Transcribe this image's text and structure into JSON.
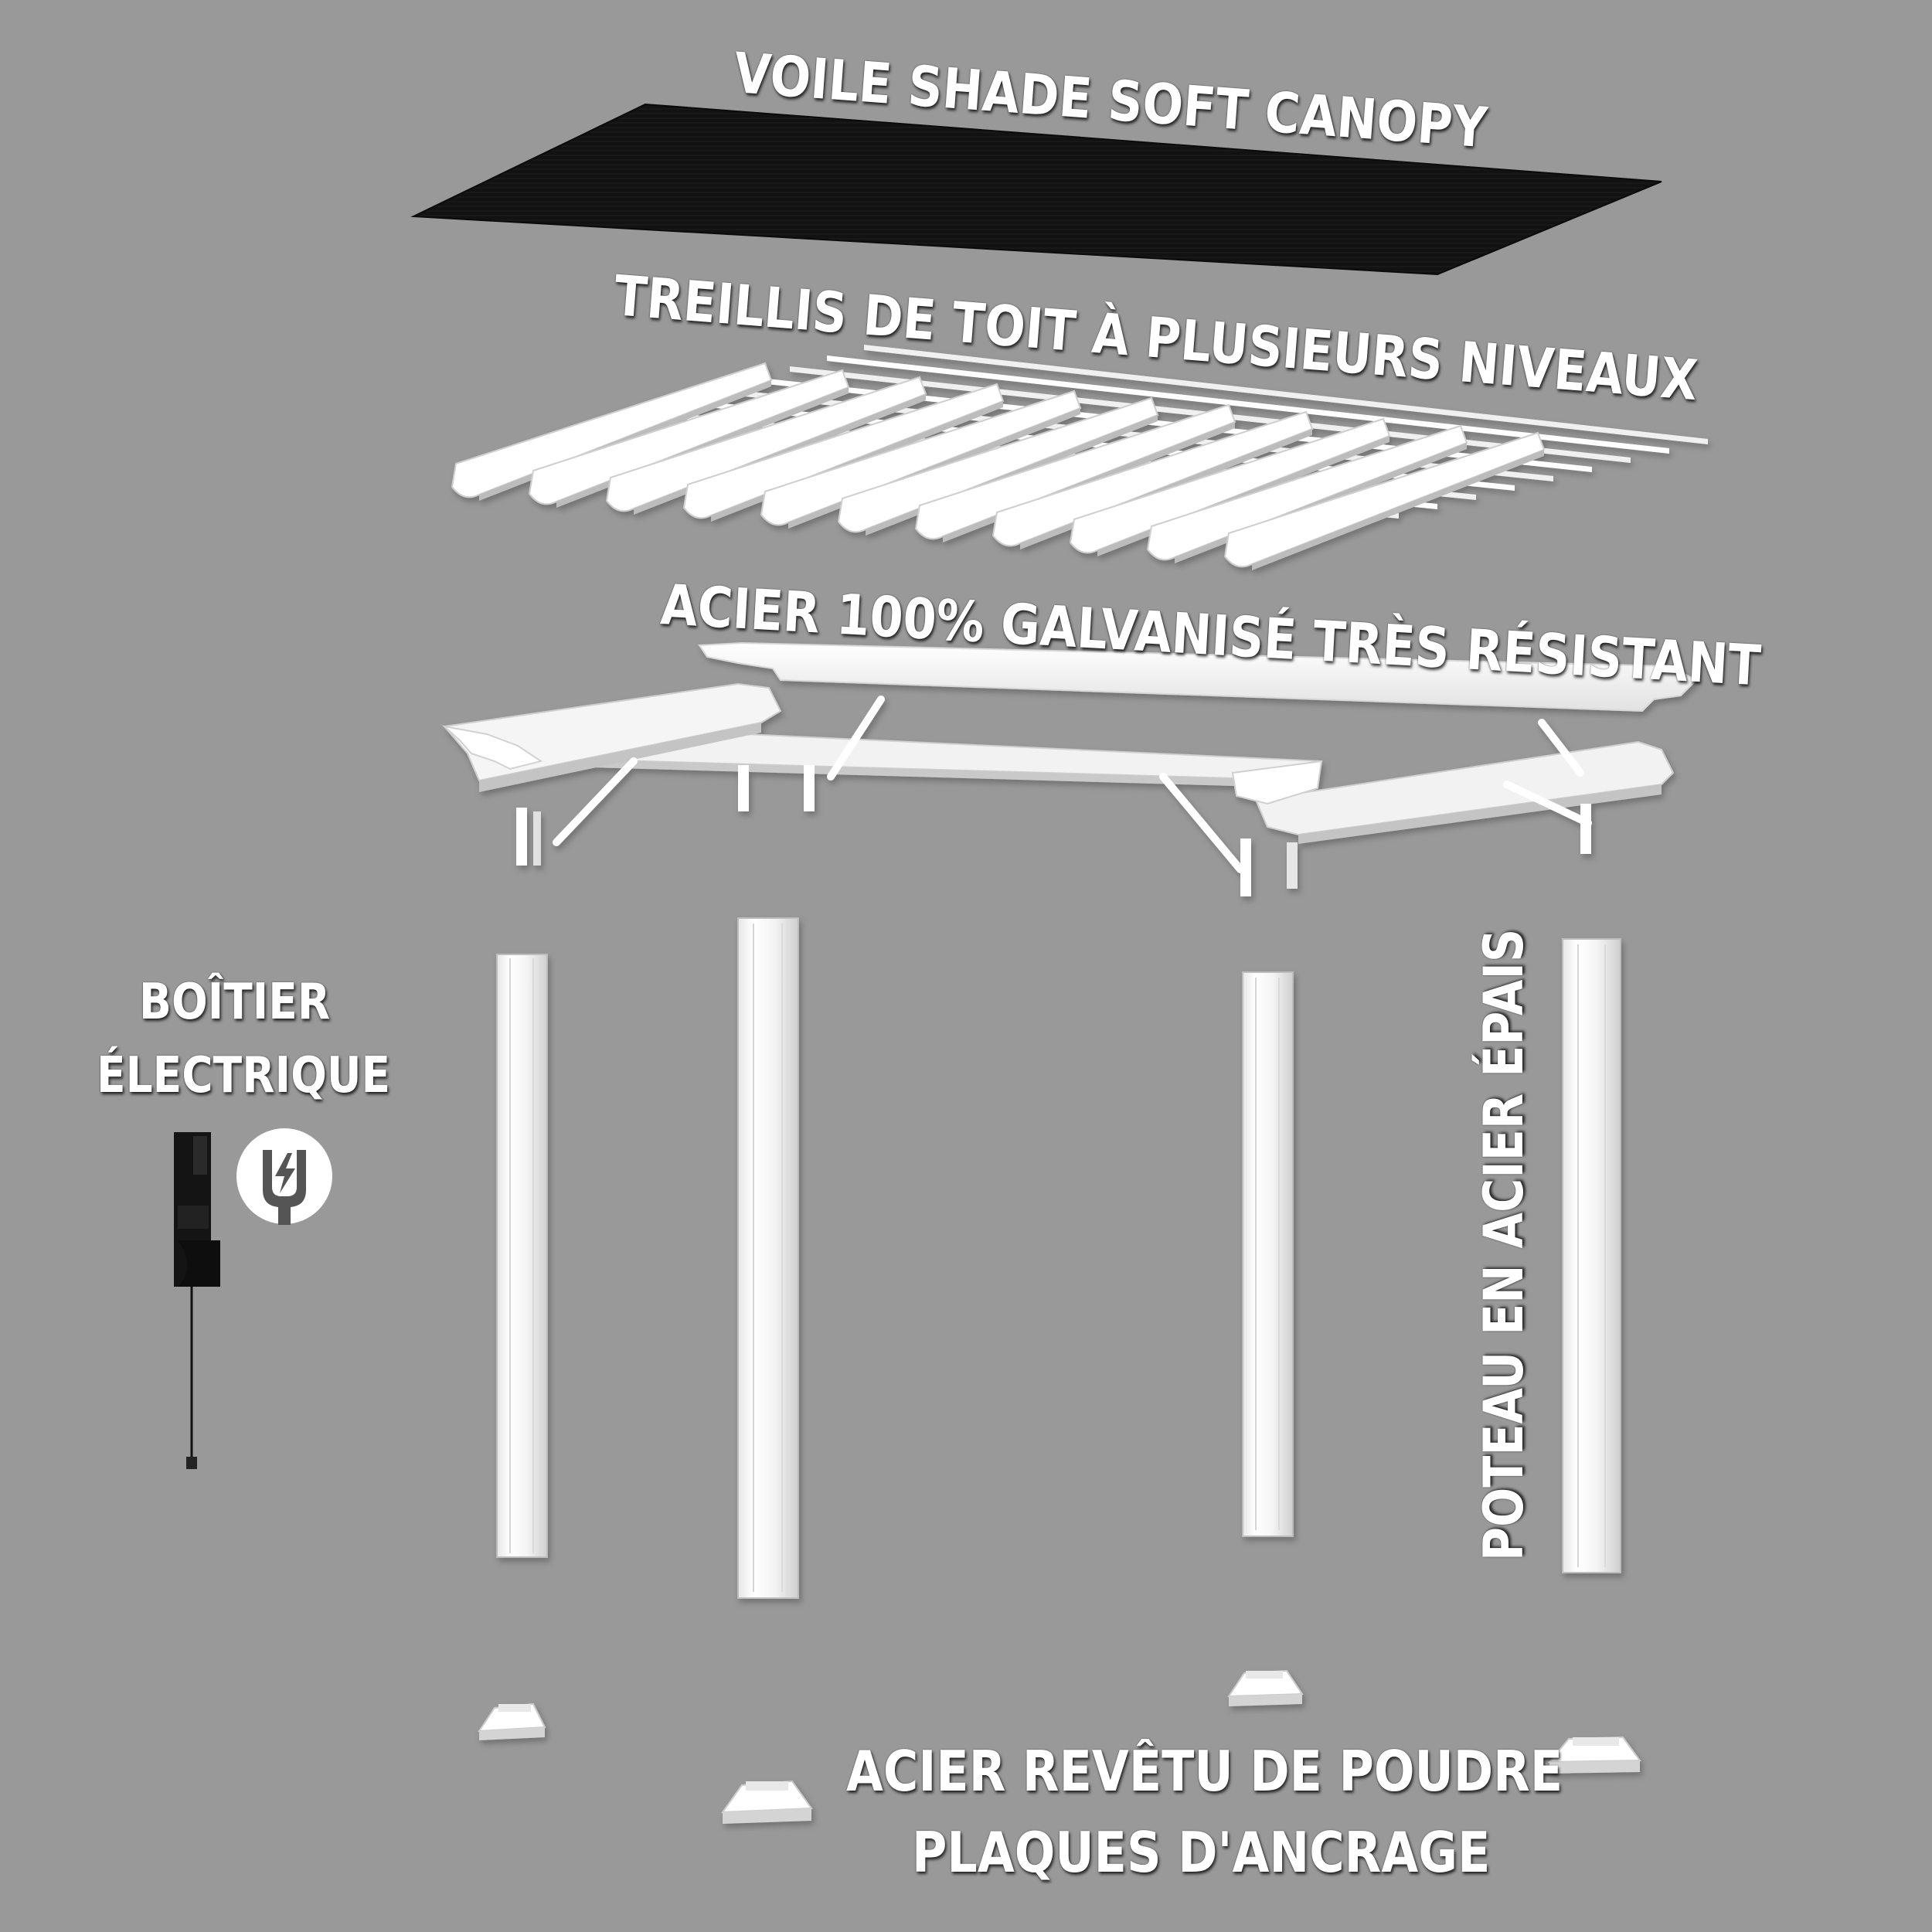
{
  "labels": {
    "canopy": "VOILE SHADE SOFT CANOPY",
    "trellis": "TREILLIS DE TOIT À PLUSIEURS NIVEAUX",
    "steel": "ACIER 100% GALVANISÉ TRÈS RÉSISTANT",
    "electrical_box_line1": "BOÎTIER",
    "electrical_box_line2": "ÉLECTRIQUE",
    "post": "POTEAU EN ACIER ÉPAIS",
    "anchor_line1": "ACIER REVÊTU DE POUDRE",
    "anchor_line2": "PLAQUES D'ANCRAGE"
  },
  "icons": {
    "plug": "electric-plug-icon"
  },
  "colors": {
    "background": "#999999",
    "canopy": "#111111",
    "frame": "#ffffff",
    "text": "#ffffff"
  }
}
